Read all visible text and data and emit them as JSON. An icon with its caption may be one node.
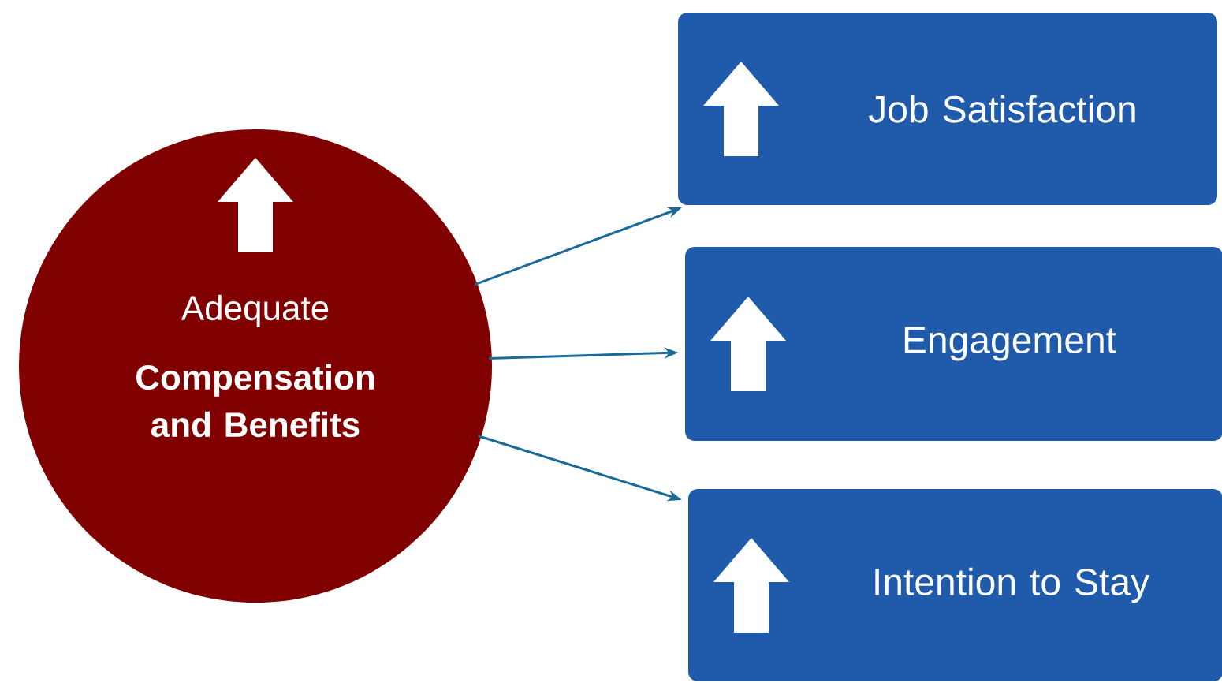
{
  "diagram": {
    "nodes": [
      {
        "text": [
          "Adequate **Compensation and Benefits**"
        ]
      },
      {
        "text": [
          "Job Satisfaction"
        ]
      },
      {
        "text": [
          "Engagement"
        ]
      },
      {
        "text": [
          "Intention to Stay"
        ]
      }
    ],
    "edges": [
      {
        "from": 0,
        "to": 1,
        "arrow": "to"
      },
      {
        "from": 0,
        "to": 2,
        "arrow": "to"
      },
      {
        "from": 0,
        "to": 3,
        "arrow": "to"
      }
    ]
  }
}
